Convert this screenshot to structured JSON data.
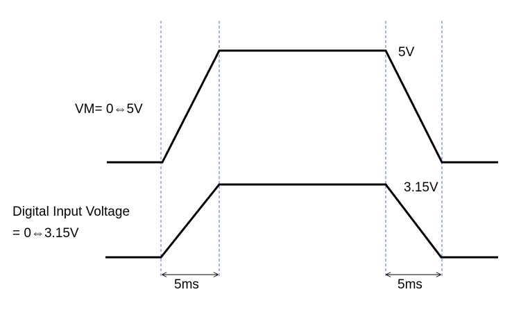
{
  "labels": {
    "vm_signal": "VM= 0⇔5V",
    "vm_high": "5V",
    "digital_line1": "Digital Input Voltage",
    "digital_line2": "= 0⇔3.15V",
    "digital_high": "3.15V",
    "rise_time": "5ms",
    "fall_time": "5ms"
  },
  "colors": {
    "waveform": "#000000",
    "guide_lines": "#4472c4",
    "text": "#000000"
  }
}
